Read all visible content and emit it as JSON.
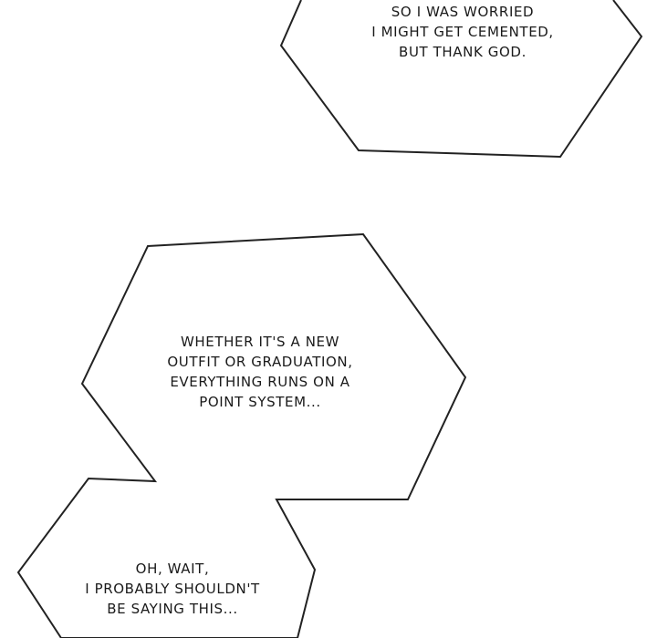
{
  "bubbles": [
    {
      "lines": [
        "SO I WAS WORRIED",
        "I MIGHT GET CEMENTED,",
        "BUT THANK GOD."
      ]
    },
    {
      "lines": [
        "WHETHER IT'S A NEW",
        "OUTFIT OR GRADUATION,",
        "EVERYTHING RUNS ON A",
        "POINT SYSTEM..."
      ]
    },
    {
      "lines": [
        "OH, WAIT,",
        "I PROBABLY SHOULDN'T",
        "BE SAYING THIS..."
      ]
    }
  ],
  "colors": {
    "background": "#ffffff",
    "stroke": "#222222",
    "text": "#1a1a1a"
  }
}
